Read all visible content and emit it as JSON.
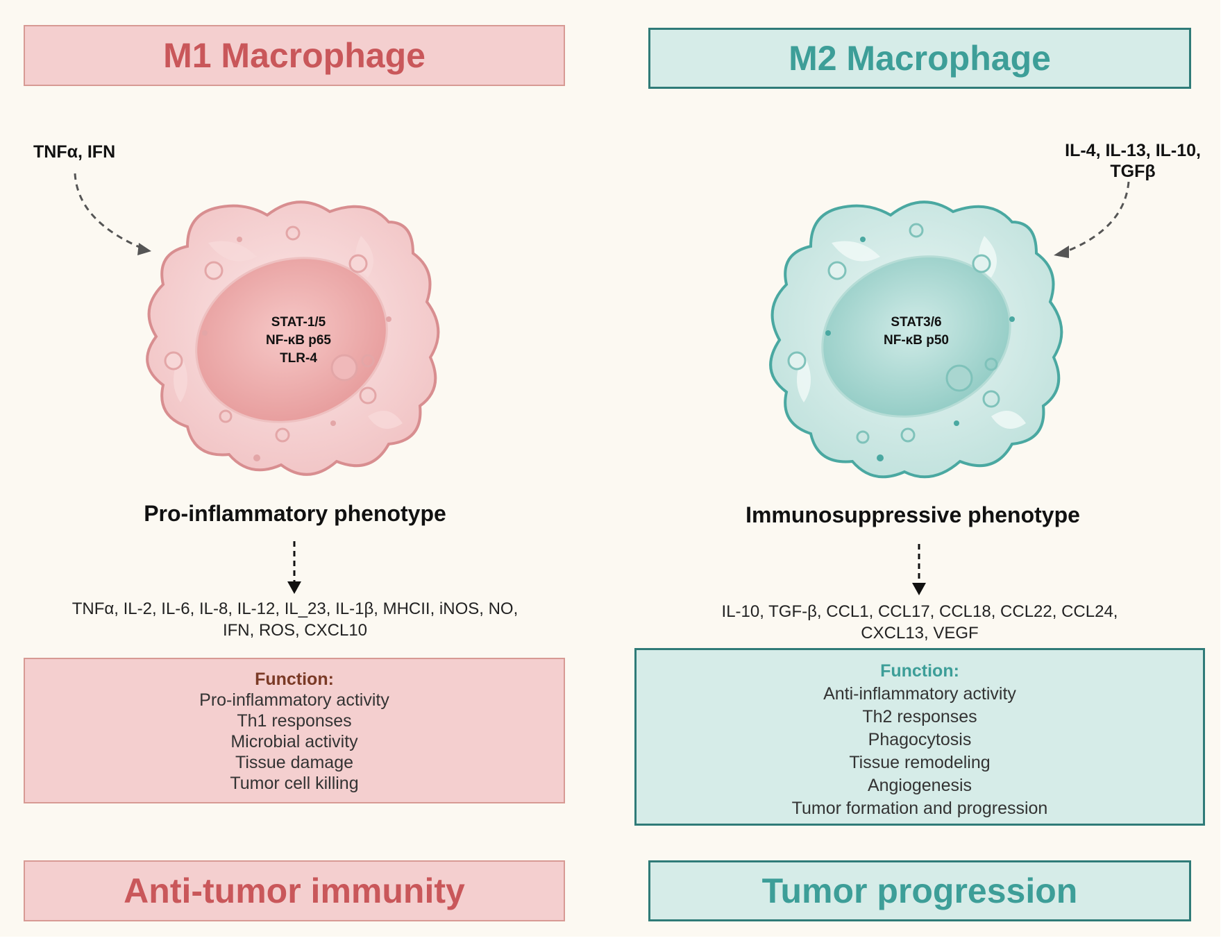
{
  "m1": {
    "title": "M1 Macrophage",
    "stimuli": [
      "TNFα, IFN"
    ],
    "nucleus_markers": [
      "STAT-1/5",
      "NF-κB p65",
      "TLR-4"
    ],
    "phenotype": "Pro-inflammatory phenotype",
    "cytokines": [
      "TNFα, IL-2, IL-6, IL-8, IL-12, IL_23, IL-1β, MHCII, iNOS, NO,",
      "IFN, ROS, CXCL10"
    ],
    "function_title": "Function:",
    "functions": [
      "Pro-inflammatory activity",
      "Th1 responses",
      "Microbial activity",
      "Tissue damage",
      "Tumor cell killing"
    ],
    "outcome": "Anti-tumor immunity"
  },
  "m2": {
    "title": "M2 Macrophage",
    "stimuli": [
      "IL-4, IL-13, IL-10,",
      "TGFβ"
    ],
    "nucleus_markers": [
      "STAT3/6",
      "NF-κB p50"
    ],
    "phenotype": "Immunosuppressive phenotype",
    "cytokines": [
      "IL-10, TGF-β, CCL1, CCL17, CCL18, CCL22, CCL24,",
      "CXCL13, VEGF"
    ],
    "function_title": "Function:",
    "functions": [
      "Anti-inflammatory activity",
      "Th2 responses",
      "Phagocytosis",
      "Tissue remodeling",
      "Angiogenesis",
      "Tumor formation and progression"
    ],
    "outcome": "Tumor progression"
  },
  "colors": {
    "m1_fill": "#f4cfcf",
    "m1_text": "#c9575a",
    "m2_fill": "#d6ece8",
    "m2_text": "#3d9e98",
    "m2_border": "#2f7b78"
  },
  "icons": {
    "m1_cell": "macrophage-cell-icon",
    "m2_cell": "macrophage-cell-icon",
    "arrow": "dashed-arrow-icon"
  }
}
